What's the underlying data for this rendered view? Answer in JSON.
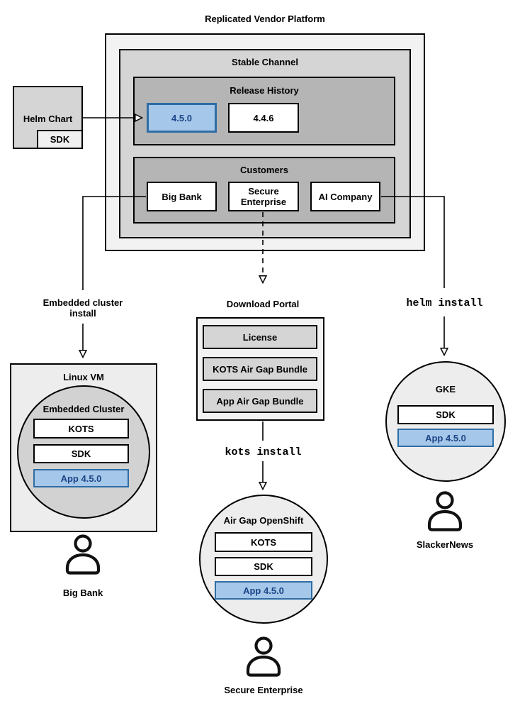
{
  "title": "Replicated Vendor Platform",
  "platform": {
    "stable_channel_title": "Stable Channel",
    "release_history_title": "Release History",
    "releases": [
      "4.5.0",
      "4.4.6"
    ],
    "customers_title": "Customers",
    "customers": [
      "Big Bank",
      "Secure Enterprise",
      "AI Company"
    ]
  },
  "helm_chart": {
    "label": "Helm Chart",
    "sdk_label": "SDK"
  },
  "connector_labels": {
    "embedded_cluster_install": "Embedded cluster install",
    "download_portal": "Download Portal",
    "helm_install": "helm install",
    "kots_install": "kots install"
  },
  "download_portal": {
    "items": [
      "License",
      "KOTS Air Gap Bundle",
      "App Air Gap Bundle"
    ]
  },
  "linux_vm": {
    "title": "Linux VM",
    "cluster_title": "Embedded Cluster",
    "stack": [
      "KOTS",
      "SDK",
      "App 4.5.0"
    ],
    "user": "Big Bank"
  },
  "air_gap_openshift": {
    "title": "Air Gap OpenShift",
    "stack": [
      "KOTS",
      "SDK",
      "App 4.5.0"
    ],
    "user": "Secure Enterprise"
  },
  "gke": {
    "title": "GKE",
    "stack": [
      "SDK",
      "App 4.5.0"
    ],
    "user": "SlackerNews"
  },
  "colors": {
    "highlight_fill": "#a5c7e9",
    "highlight_border": "#2e6da4",
    "highlight_text": "#1c4587"
  }
}
